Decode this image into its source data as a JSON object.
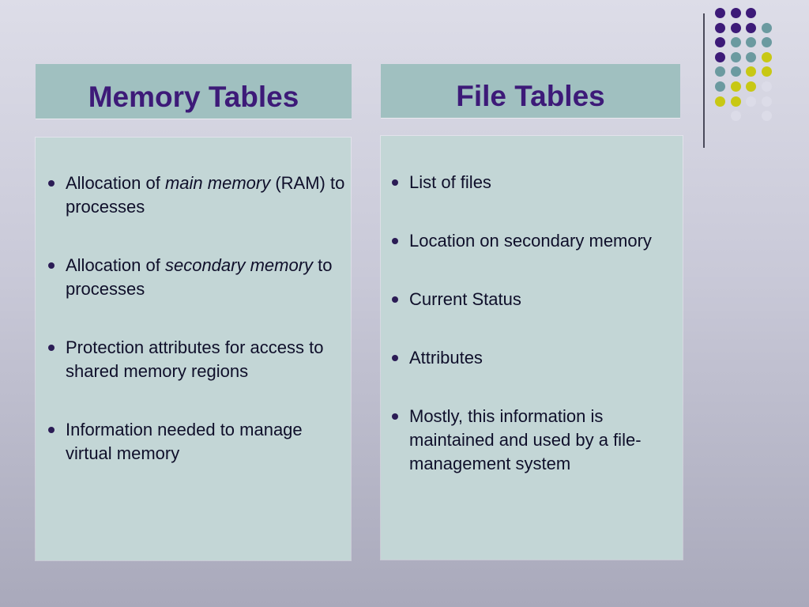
{
  "slide": {
    "left_header": "Memory Tables",
    "right_header": "File Tables",
    "left_bullets": [
      {
        "pre": "Allocation of ",
        "em": "main memory",
        "post": " (RAM) to processes"
      },
      {
        "pre": "Allocation of ",
        "em": "secondary memory",
        "post": " to processes"
      },
      {
        "pre": "Protection attributes for access to shared memory regions",
        "em": "",
        "post": ""
      },
      {
        "pre": "Information needed to manage virtual memory",
        "em": "",
        "post": ""
      }
    ],
    "right_bullets": [
      "List of files",
      "Location on secondary memory",
      "Current Status",
      "Attributes",
      "Mostly, this information is maintained and used by a file-management system"
    ]
  },
  "decoration": {
    "dot_colors": {
      "purple": "#3d1a78",
      "teal": "#6b9aa0",
      "yellow": "#c8c814",
      "pale": "#dcdce8"
    },
    "dot_rows": [
      [
        "purple",
        "purple",
        "purple",
        "none"
      ],
      [
        "purple",
        "purple",
        "purple",
        "teal"
      ],
      [
        "purple",
        "teal",
        "teal",
        "teal"
      ],
      [
        "purple",
        "teal",
        "teal",
        "yellow"
      ],
      [
        "teal",
        "teal",
        "yellow",
        "yellow"
      ],
      [
        "teal",
        "yellow",
        "yellow",
        "pale"
      ],
      [
        "yellow",
        "yellow",
        "pale",
        "pale"
      ],
      [
        "none",
        "pale",
        "none",
        "pale"
      ]
    ]
  }
}
